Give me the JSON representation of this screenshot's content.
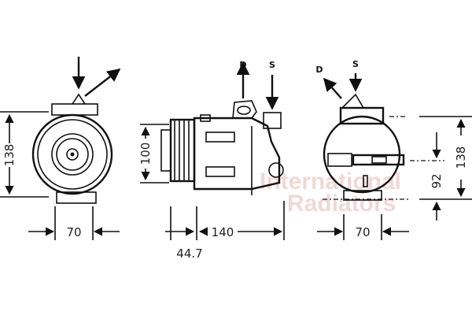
{
  "watermark": {
    "line1": "International",
    "line2": "Radiators",
    "color": "#e8b8b8"
  },
  "views": {
    "front": {
      "height_label": "138",
      "width_label": "70"
    },
    "side": {
      "discharge_label": "D",
      "suction_label": "S",
      "height_label": "100",
      "offset_label": "44.7",
      "length_label": "140"
    },
    "rear": {
      "discharge_label": "D",
      "suction_label": "S",
      "width_label": "70",
      "port_height_label": "92",
      "height_label": "138"
    }
  }
}
